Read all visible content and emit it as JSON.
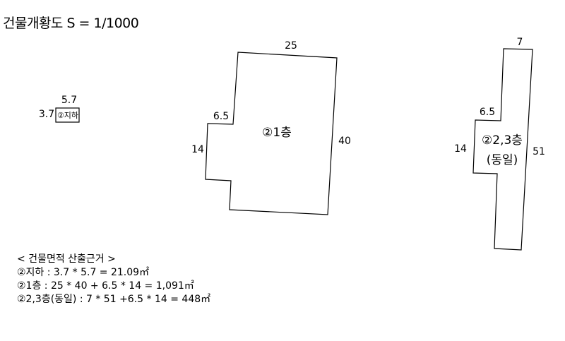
{
  "title": "건물개황도 S = 1/1000",
  "basement": {
    "label": "②지하",
    "width": "5.7",
    "height": "3.7"
  },
  "floor1": {
    "label": "②1층",
    "top": "25",
    "right": "40",
    "notch_top": "6.5",
    "notch_left": "14"
  },
  "floor23": {
    "label_line1": "②2,3층",
    "label_line2": "(동일)",
    "top": "7",
    "right": "51",
    "notch_top": "6.5",
    "notch_left": "14"
  },
  "notes": {
    "heading": "< 건물면적 산출근거 >",
    "lines": [
      "②지하 : 3.7 * 5.7 = 21.09㎡",
      "②1층 : 25 * 40 + 6.5 * 14 = 1,091㎡",
      "②2,3층(동일) : 7 * 51 +6.5 * 14 = 448㎡"
    ]
  },
  "colors": {
    "line": "#000000",
    "background": "#ffffff"
  }
}
